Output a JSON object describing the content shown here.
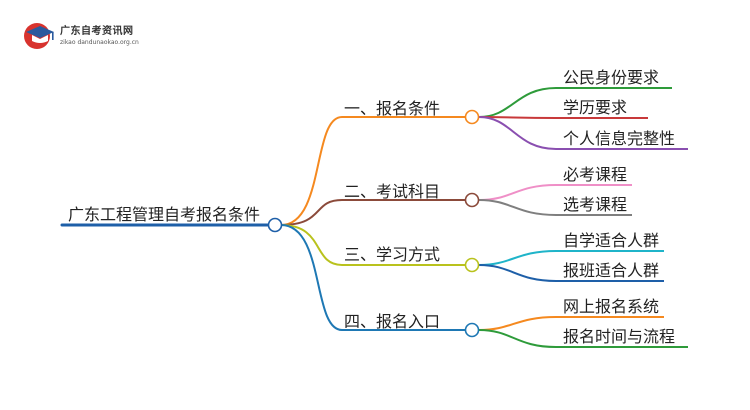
{
  "logo": {
    "title": "广东自考资讯网",
    "subtitle": "zikao dandunaokao.org.cn"
  },
  "root": {
    "label": "广东工程管理自考报名条件",
    "color": "#1e5fa8"
  },
  "branches": [
    {
      "label": "一、报名条件",
      "color": "#f5891f",
      "children": [
        {
          "label": "公民身份要求",
          "color": "#2e9b3a"
        },
        {
          "label": "学历要求",
          "color": "#c8393a"
        },
        {
          "label": "个人信息完整性",
          "color": "#8a4fb0"
        }
      ]
    },
    {
      "label": "二、考试科目",
      "color": "#8b4a3a",
      "children": [
        {
          "label": "必考课程",
          "color": "#ef8fc7"
        },
        {
          "label": "选考课程",
          "color": "#7f7f7f"
        }
      ]
    },
    {
      "label": "三、学习方式",
      "color": "#b9c21d",
      "children": [
        {
          "label": "自学适合人群",
          "color": "#1fb4c9"
        },
        {
          "label": "报班适合人群",
          "color": "#1e5fa8"
        }
      ]
    },
    {
      "label": "四、报名入口",
      "color": "#1e78b4",
      "children": [
        {
          "label": "网上报名系统",
          "color": "#f5891f"
        },
        {
          "label": "报名时间与流程",
          "color": "#2e9b3a"
        }
      ]
    }
  ]
}
